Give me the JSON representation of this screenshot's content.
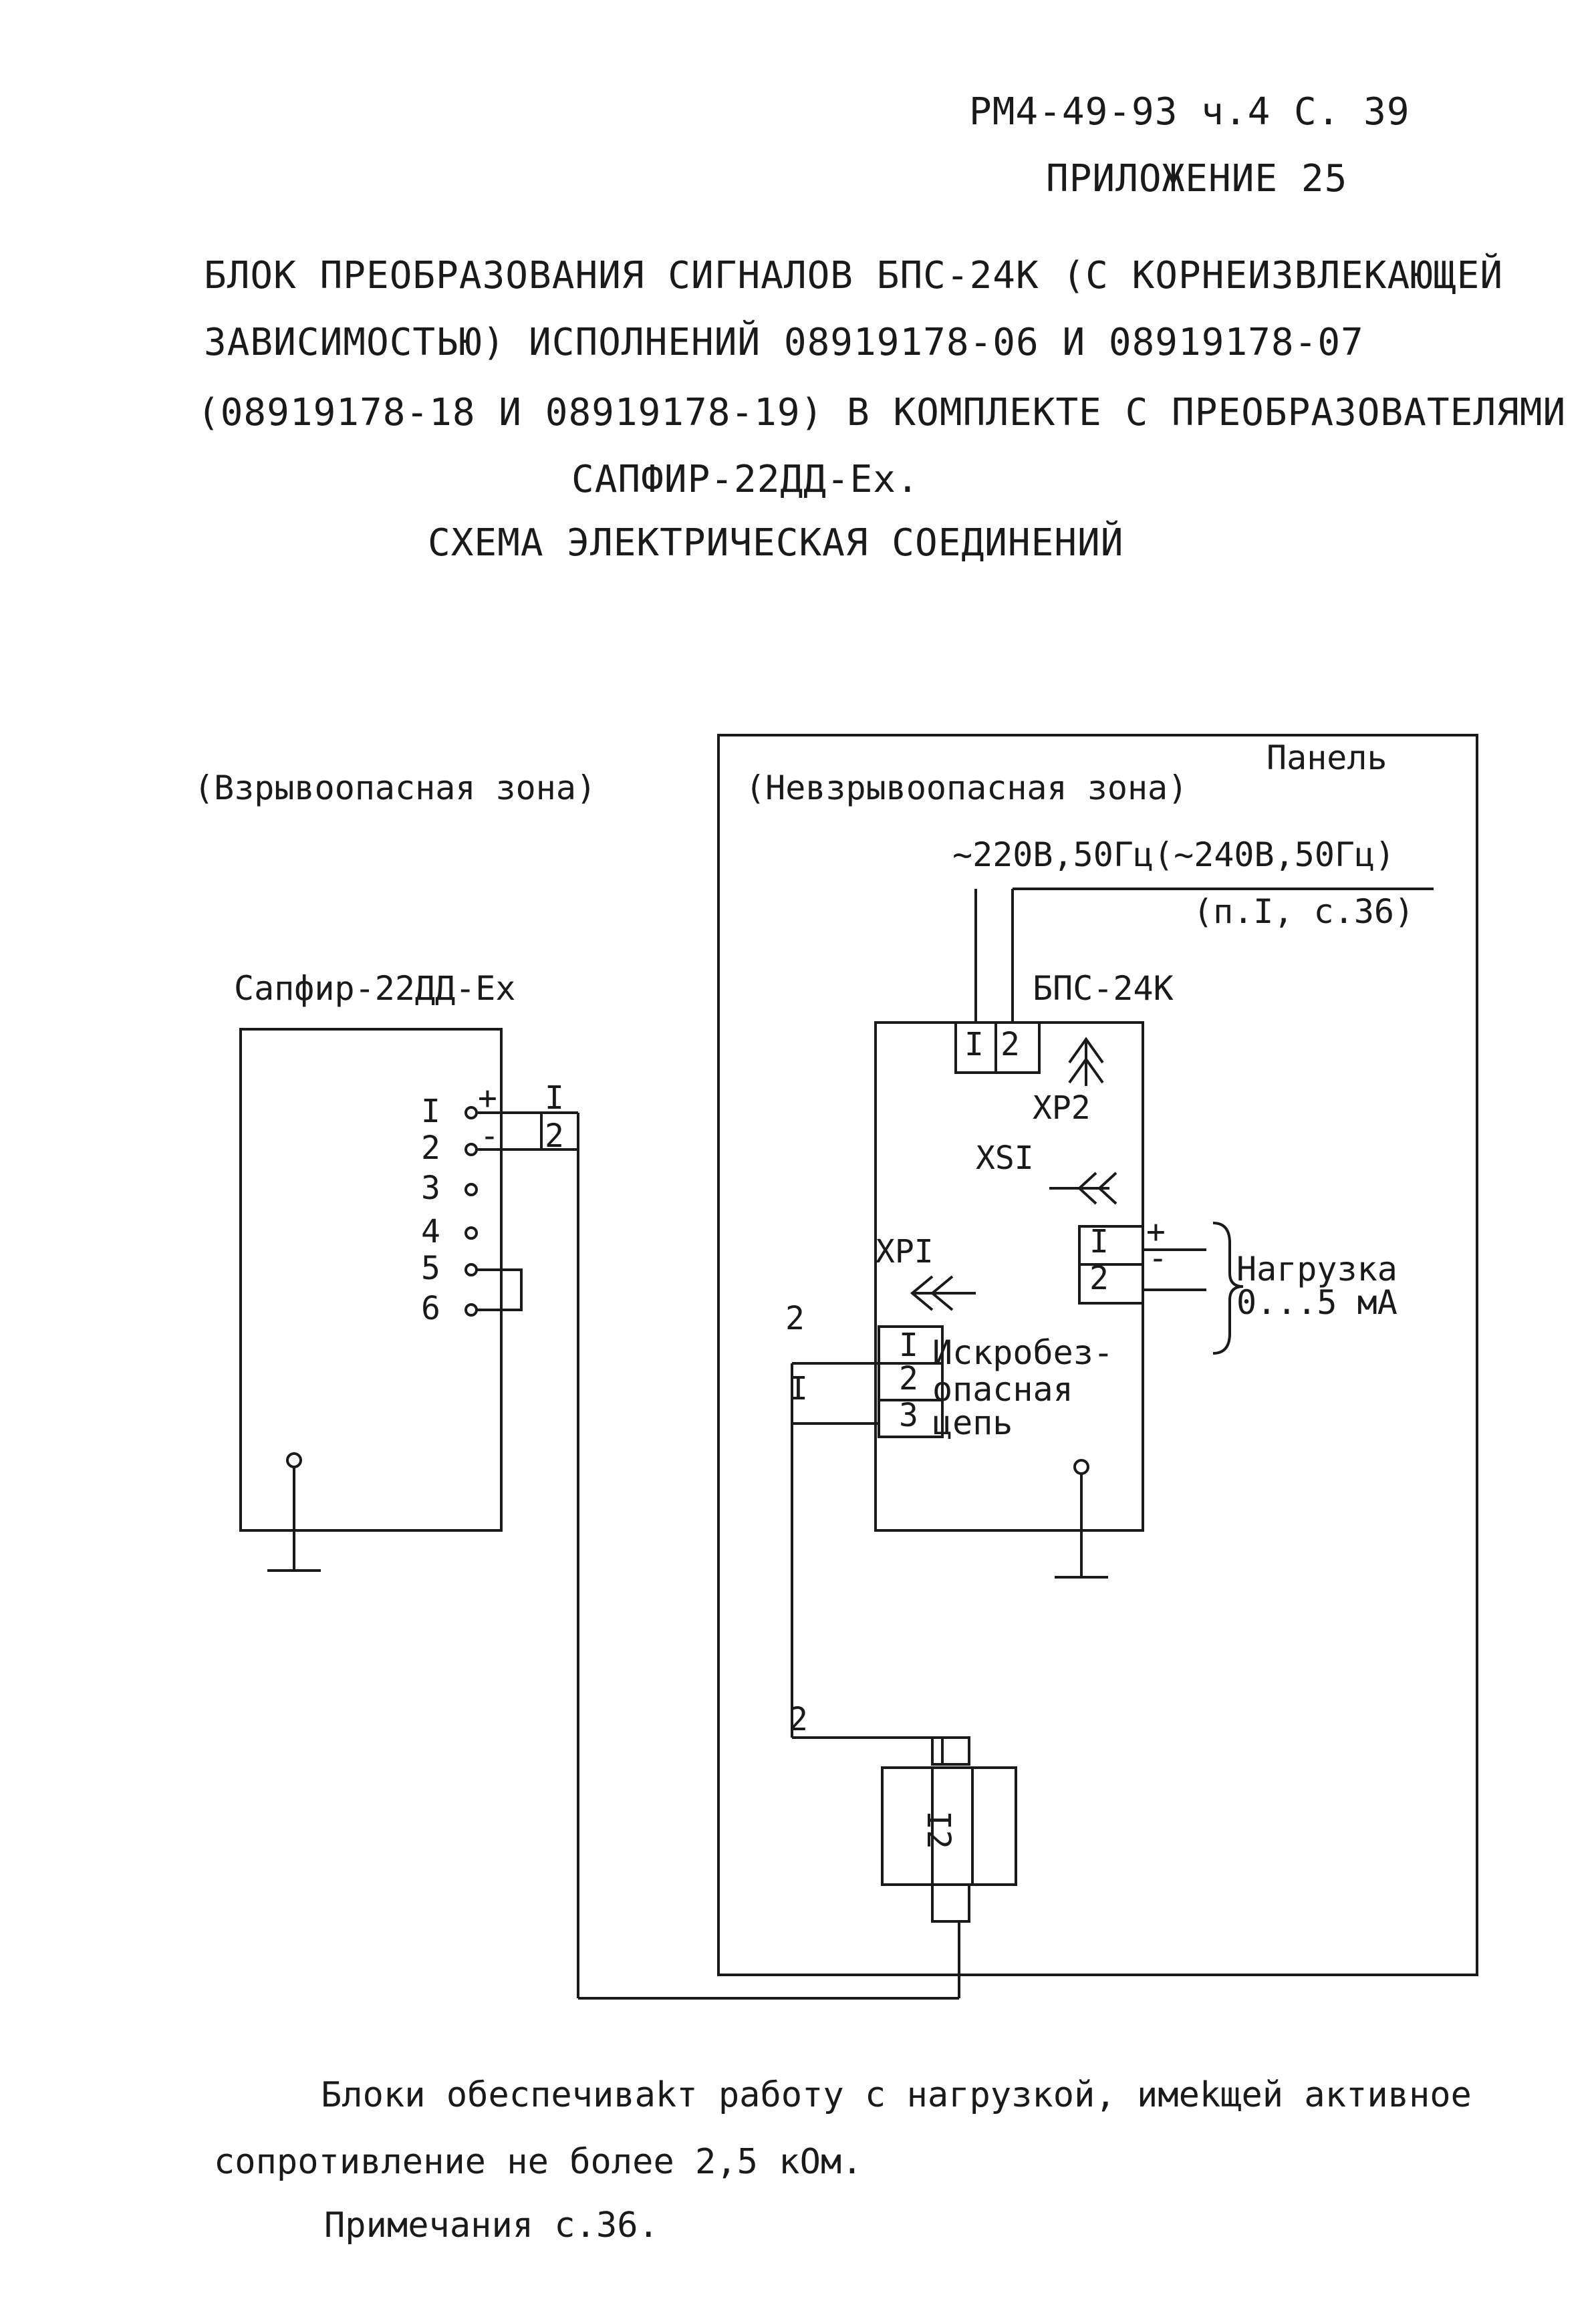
{
  "header": {
    "doc_ref": "РМ4-49-93 ч.4 С. 39",
    "appendix": "ПРИЛОЖЕНИЕ 25"
  },
  "title": {
    "line1": "БЛОК ПРЕОБРАЗОВАНИЯ СИГНАЛОВ БПС-24К (С КОРНЕИЗВЛЕКАЮЩЕЙ",
    "line2": "ЗАВИСИМОСТЬЮ) ИСПОЛНЕНИЙ 08919178-06 И 08919178-07",
    "line3": "(08919178-18 И 08919178-19) В КОМПЛЕКТЕ С ПРЕОБРАЗОВАТЕЛЯМИ",
    "line4": "САПФИР-22ДД-Ех.",
    "line5": "СХЕМА ЭЛЕКТРИЧЕСКАЯ СОЕДИНЕНИЙ"
  },
  "diagram": {
    "zone_hazard": "(Взрывоопасная зона)",
    "zone_safe": "(Невзрывоопасная зона)",
    "panel": "Панель",
    "power": "~220В,50Гц(~240В,50Гц)",
    "power_ref": "(п.I, с.36)",
    "sensor": "Сапфир-22ДД-Ех",
    "block": "БПС-24К",
    "xp2": "ХР2",
    "xs1": "ХSI",
    "xp1": "ХРI",
    "load_name": "Нагрузка",
    "load_range": "0...5 мА",
    "circuit_l1": "Искробез-",
    "circuit_l2": "опасная",
    "circuit_l3": "цепь",
    "sensor_pins": [
      "I",
      "2",
      "3",
      "4",
      "5",
      "6"
    ],
    "plus": "+",
    "minus": "-",
    "wire_1": "I",
    "wire_2": "2",
    "pin_1": "I",
    "pin_2": "2",
    "pin_3": "3",
    "conn_pins": "I2"
  },
  "body": {
    "para_line1": "Блоки обеспечиваkт работу с нагрузкой, имеkщей активное",
    "para_line2": "сопротивление не более 2,5 кОм.",
    "notes": "Примечания с.36."
  }
}
